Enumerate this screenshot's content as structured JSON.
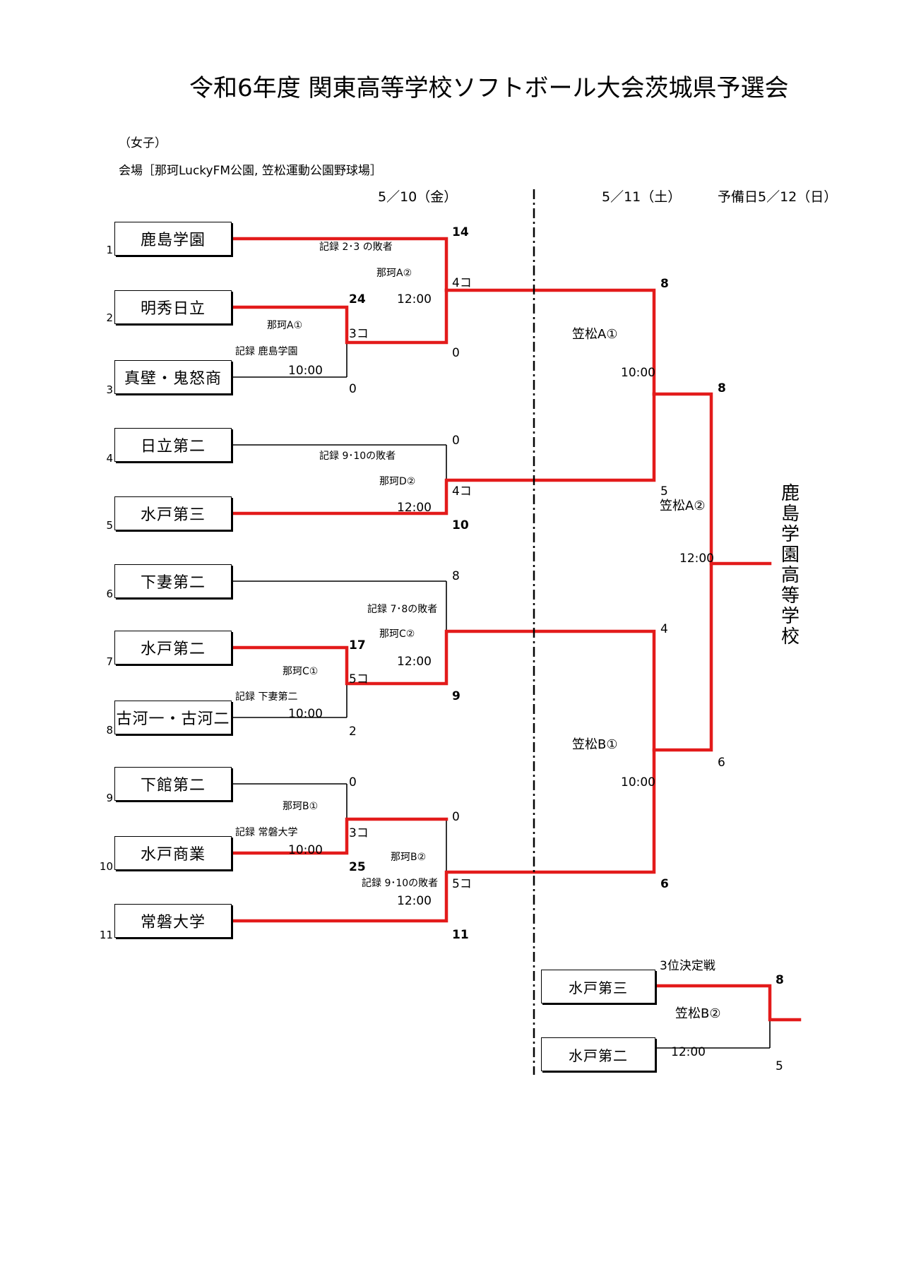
{
  "title": "令和6年度 関東高等学校ソフトボール大会茨城県予選会",
  "category": "（女子）",
  "venue": "会場［那珂LuckyFM公園, 笠松運動公園野球場］",
  "dates": {
    "day1": "5／10（金）",
    "day2": "5／11（土）",
    "reserve": "予備日5／12（日）"
  },
  "teams": [
    {
      "seed": "1",
      "name": "鹿島学園"
    },
    {
      "seed": "2",
      "name": "明秀日立"
    },
    {
      "seed": "3",
      "name": "真壁・鬼怒商"
    },
    {
      "seed": "4",
      "name": "日立第二"
    },
    {
      "seed": "5",
      "name": "水戸第三"
    },
    {
      "seed": "6",
      "name": "下妻第二"
    },
    {
      "seed": "7",
      "name": "水戸第二"
    },
    {
      "seed": "8",
      "name": "古河一・古河二"
    },
    {
      "seed": "9",
      "name": "下館第二"
    },
    {
      "seed": "10",
      "name": "水戸商業"
    },
    {
      "seed": "11",
      "name": "常磐大学"
    }
  ],
  "games": {
    "g1": {
      "venue": "那珂A①",
      "record": "記録 鹿島学園",
      "time": "10:00",
      "score_top": "24",
      "score_bottom": "0",
      "innings": "3コ"
    },
    "g2": {
      "venue": "那珂A②",
      "record": "記録 2･3 の敗者",
      "time": "12:00",
      "score_top": "14",
      "score_bottom": "0",
      "innings": "4コ"
    },
    "g3": {
      "venue": "那珂D②",
      "record": "記録 9･10の敗者",
      "time": "12:00",
      "score_top": "0",
      "score_bottom": "10",
      "innings": "4コ"
    },
    "g4": {
      "venue": "那珂C①",
      "record": "記録 下妻第二",
      "time": "10:00",
      "score_top": "17",
      "score_bottom": "2",
      "innings": "5コ"
    },
    "g5": {
      "venue": "那珂C②",
      "record": "記録 7･8の敗者",
      "time": "12:00",
      "score_top": "8",
      "score_bottom": "9"
    },
    "g6": {
      "venue": "那珂B①",
      "record": "記録 常磐大学",
      "time": "10:00",
      "score_top": "0",
      "score_bottom": "25",
      "innings": "3コ"
    },
    "g7": {
      "venue": "那珂B②",
      "record": "記録 9･10の敗者",
      "time": "12:00",
      "score_top": "0",
      "score_bottom": "11",
      "innings": "5コ"
    },
    "s1": {
      "venue": "笠松A①",
      "time": "10:00",
      "score_top": "8",
      "score_bottom": "5"
    },
    "s2": {
      "venue": "笠松B①",
      "time": "10:00",
      "score_top": "4",
      "score_bottom": "6"
    },
    "final": {
      "venue": "笠松A②",
      "time": "12:00",
      "score_top": "8",
      "score_bottom": "6"
    },
    "third": {
      "label": "3位決定戦",
      "venue": "笠松B②",
      "time": "12:00",
      "team_top": "水戸第三",
      "team_bottom": "水戸第二",
      "score_top": "8",
      "score_bottom": "5"
    }
  },
  "champion": "鹿島学園高等学校",
  "colors": {
    "winner_line": "#e31b1b",
    "line": "#000000"
  }
}
